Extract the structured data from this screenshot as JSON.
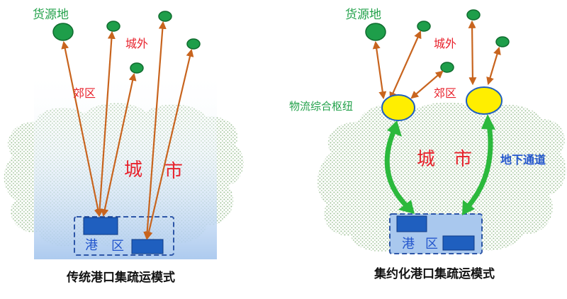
{
  "left": {
    "source_label": "货源地",
    "suburb_label": "郊区",
    "outer_label": "城外",
    "city_char_1": "城",
    "city_char_2": "市",
    "port_char_1": "港",
    "port_char_2": "区",
    "caption": "传统港口集疏运模式"
  },
  "right": {
    "source_label": "货源地",
    "outer_label": "城外",
    "suburb_label": "郊区",
    "hub_label": "物流综合枢纽",
    "city_char_1": "城",
    "city_char_2": "市",
    "tunnel_label": "地下通道",
    "port_char_1": "港",
    "port_char_2": "区",
    "caption": "集约化港口集疏运模式"
  },
  "colors": {
    "source_node": "#1e9e4a",
    "road_arrow": "#c8641e",
    "tunnel_arrow": "#2bb93c",
    "hub": "#ffee00",
    "port_block": "#1f5fbf",
    "label_green": "#22a14a",
    "label_red": "#e8212b",
    "label_blue": "#2255cc"
  }
}
